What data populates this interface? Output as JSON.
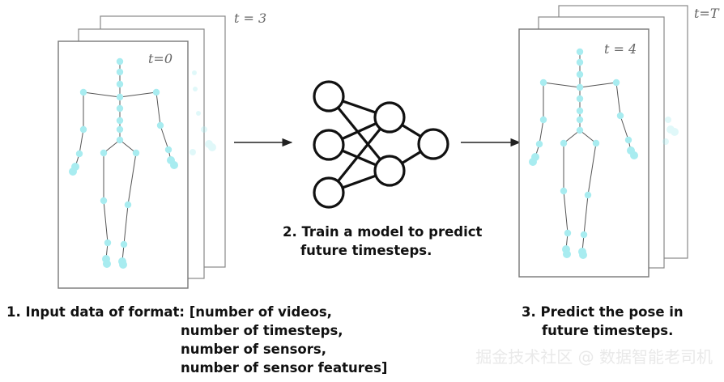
{
  "input": {
    "labels": [
      "t = 3",
      "t=0"
    ],
    "caption_lines": [
      "1. Input data of format: [number of videos,",
      "number of timesteps,",
      "number of sensors,",
      "number of sensor features]"
    ]
  },
  "model": {
    "caption_lines": [
      "2. Train a model to predict",
      "future timesteps."
    ]
  },
  "output": {
    "labels": [
      "t=T",
      "t = 4"
    ],
    "caption_lines": [
      "3. Predict the pose in",
      "future timesteps."
    ]
  },
  "watermark": "掘金技术社区 @ 数据智能老司机",
  "colors": {
    "joint": "#a8ecf0",
    "bone": "#555555",
    "frame": "#777777"
  }
}
